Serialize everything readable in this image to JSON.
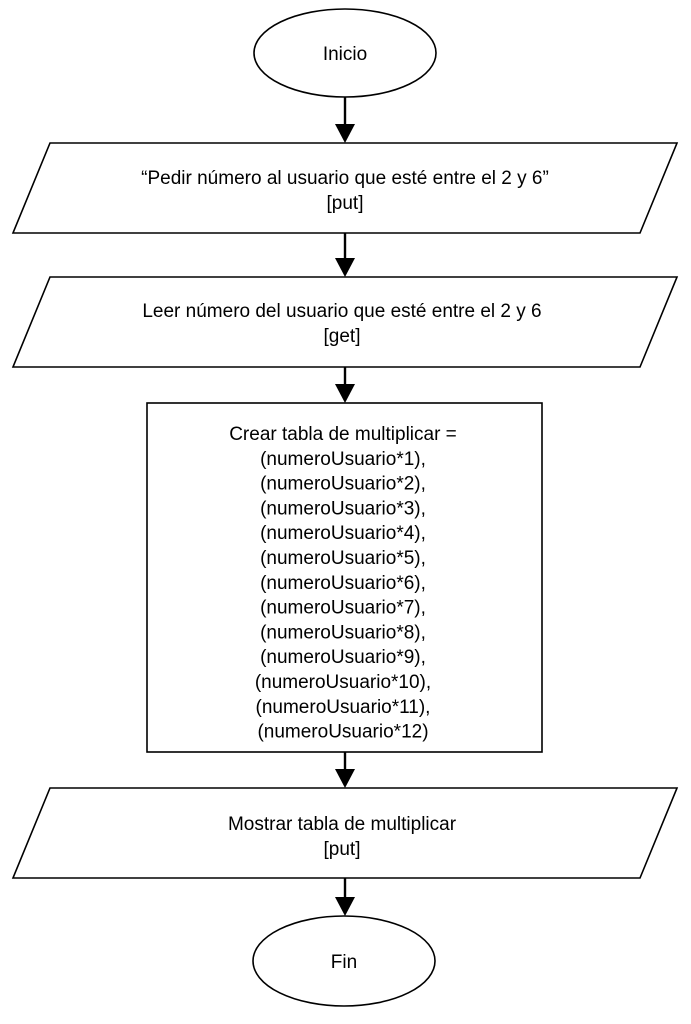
{
  "flowchart": {
    "start": {
      "label": "Inicio"
    },
    "prompt": {
      "line1": "“Pedir número al usuario que esté entre el 2 y 6”",
      "line2": "[put]"
    },
    "read": {
      "line1": "Leer número del usuario que esté entre el 2 y 6",
      "line2": "[get]"
    },
    "process": {
      "lines": [
        "Crear tabla de multiplicar =",
        "(numeroUsuario*1),",
        "(numeroUsuario*2),",
        "(numeroUsuario*3),",
        "(numeroUsuario*4),",
        "(numeroUsuario*5),",
        "(numeroUsuario*6),",
        "(numeroUsuario*7),",
        "(numeroUsuario*8),",
        "(numeroUsuario*9),",
        "(numeroUsuario*10),",
        "(numeroUsuario*11),",
        "(numeroUsuario*12)"
      ]
    },
    "output": {
      "line1": "Mostrar tabla de multiplicar",
      "line2": "[put]"
    },
    "end": {
      "label": "Fin"
    }
  }
}
